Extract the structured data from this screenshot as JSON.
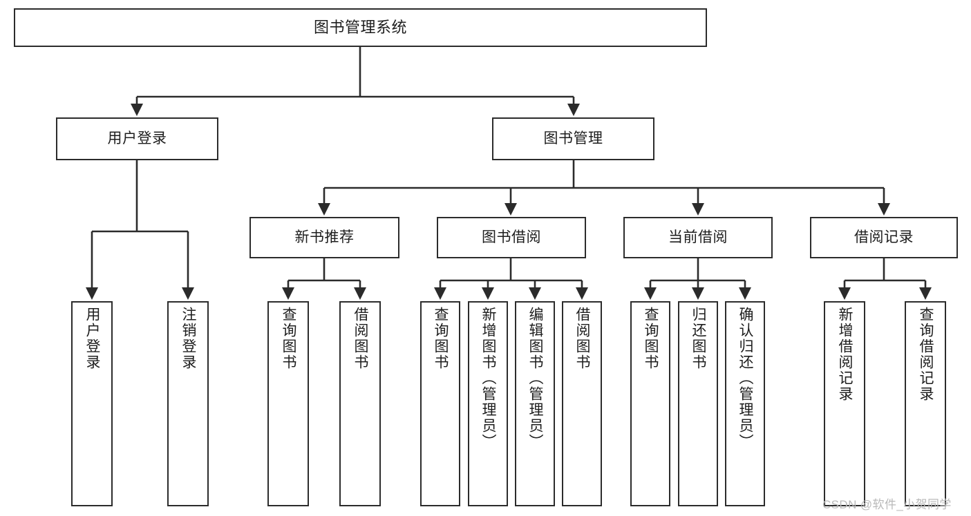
{
  "diagram": {
    "title": "图书管理系统",
    "type": "tree-hierarchy-diagram",
    "colors": {
      "stroke": "#2b2b2b",
      "fill": "#ffffff",
      "text": "#1d1d1d",
      "watermark": "#b9b9b9"
    },
    "root": {
      "id": "root",
      "label": "图书管理系统"
    },
    "level2": [
      {
        "id": "user-login",
        "label": "用户登录"
      },
      {
        "id": "book-management",
        "label": "图书管理"
      }
    ],
    "level3": [
      {
        "id": "new-book-recommend",
        "label": "新书推荐"
      },
      {
        "id": "book-borrow",
        "label": "图书借阅"
      },
      {
        "id": "current-borrow",
        "label": "当前借阅"
      },
      {
        "id": "borrow-record",
        "label": "借阅记录"
      }
    ],
    "leaves": {
      "user_login": [
        {
          "id": "leaf-user-login",
          "label": "用户登录"
        },
        {
          "id": "leaf-logout-login",
          "label": "注销登录"
        }
      ],
      "new_book_recommend": [
        {
          "id": "leaf-query-book-1",
          "label": "查询图书"
        },
        {
          "id": "leaf-borrow-book-1",
          "label": "借阅图书"
        }
      ],
      "book_borrow": [
        {
          "id": "leaf-query-book-2",
          "label": "查询图书"
        },
        {
          "id": "leaf-add-book",
          "label": "新增图书（管理员）"
        },
        {
          "id": "leaf-edit-book",
          "label": "编辑图书（管理员）"
        },
        {
          "id": "leaf-borrow-book-2",
          "label": "借阅图书"
        }
      ],
      "current_borrow": [
        {
          "id": "leaf-query-book-3",
          "label": "查询图书"
        },
        {
          "id": "leaf-return-book",
          "label": "归还图书"
        },
        {
          "id": "leaf-confirm-return",
          "label": "确认归还（管理员）"
        }
      ],
      "borrow_record": [
        {
          "id": "leaf-add-record",
          "label": "新增借阅记录"
        },
        {
          "id": "leaf-query-record",
          "label": "查询借阅记录"
        }
      ]
    },
    "watermark": "CSDN @软件_小贺同学"
  }
}
